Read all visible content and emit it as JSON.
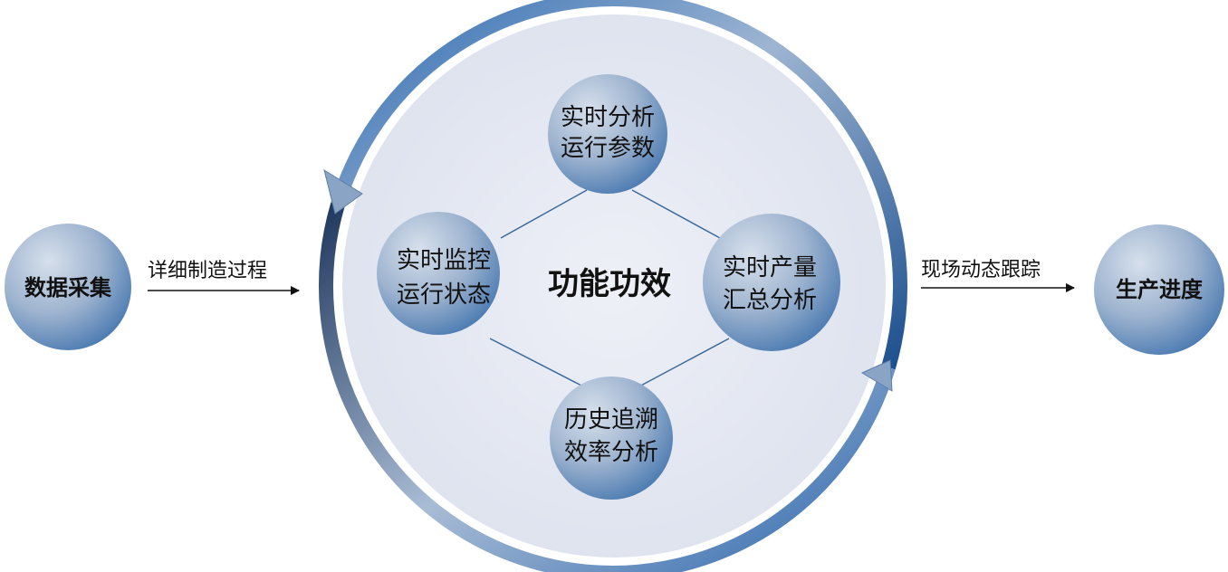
{
  "center": {
    "title": "功能功效"
  },
  "left_node": {
    "label": "数据采集"
  },
  "right_node": {
    "label": "生产进度"
  },
  "left_edge": {
    "label": "详细制造过程"
  },
  "right_edge": {
    "label": "现场动态跟踪"
  },
  "inner_nodes": {
    "top": {
      "line1": "实时分析",
      "line2": "运行参数"
    },
    "left": {
      "line1": "实时监控",
      "line2": "运行状态"
    },
    "right": {
      "line1": "实时产量",
      "line2": "汇总分析"
    },
    "bottom": {
      "line1": "历史追溯",
      "line2": "效率分析"
    }
  },
  "colors": {
    "ring_dark": "#1f5fa8",
    "ring_light": "#9fb4cf",
    "disc_fill": "#e2e6f1",
    "node_light": "#c9d4e4",
    "node_dark": "#5a86b8",
    "connector": "#3d6a9c",
    "arrow": "#111111"
  }
}
